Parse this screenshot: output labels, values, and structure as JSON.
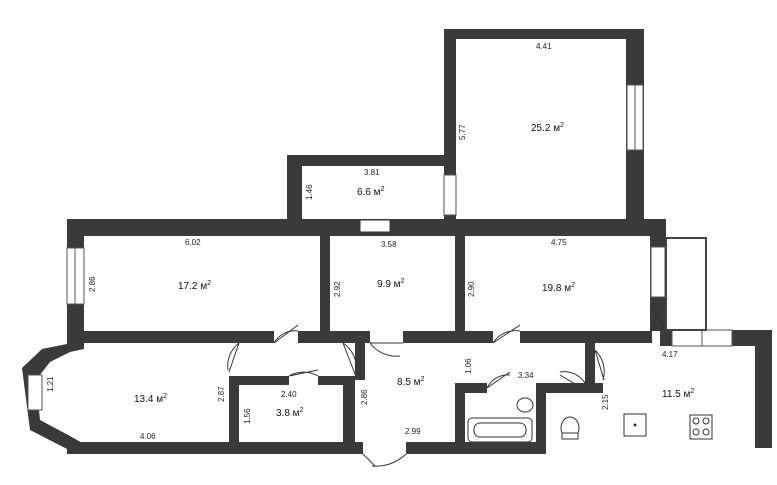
{
  "colors": {
    "wall": "#3a3a3a",
    "floor": "#ffffff",
    "background": "#ffffff",
    "window": "#e8e8e8"
  },
  "rooms": {
    "room_top_right": {
      "area": "25.2 м",
      "sup": "2"
    },
    "room_small_top": {
      "area": "6.6 м",
      "sup": "2"
    },
    "room_left": {
      "area": "17.2 м",
      "sup": "2"
    },
    "room_middle": {
      "area": "9.9 м",
      "sup": "2"
    },
    "room_right": {
      "area": "19.8 м",
      "sup": "2"
    },
    "room_bay": {
      "area": "13.4 м",
      "sup": "2"
    },
    "room_storage": {
      "area": "3.8 м",
      "sup": "2"
    },
    "room_hall": {
      "area": "8.5 м",
      "sup": "2"
    },
    "room_kitchen": {
      "area": "11.5 м",
      "sup": "2"
    }
  },
  "dimensions": {
    "d_441": "4.41",
    "d_577": "5.77",
    "d_381": "3.81",
    "d_146": "1.46",
    "d_602": "6.02",
    "d_286a": "2.86",
    "d_358": "3.58",
    "d_292": "2.92",
    "d_475": "4.75",
    "d_290": "2.90",
    "d_417": "4.17",
    "d_121": "1.21",
    "d_287": "2.87",
    "d_240": "2.40",
    "d_156": "1.56",
    "d_406": "4.06",
    "d_106": "1.06",
    "d_334": "3.34",
    "d_286b": "2.86",
    "d_215": "2.15",
    "d_299": "2.99"
  }
}
